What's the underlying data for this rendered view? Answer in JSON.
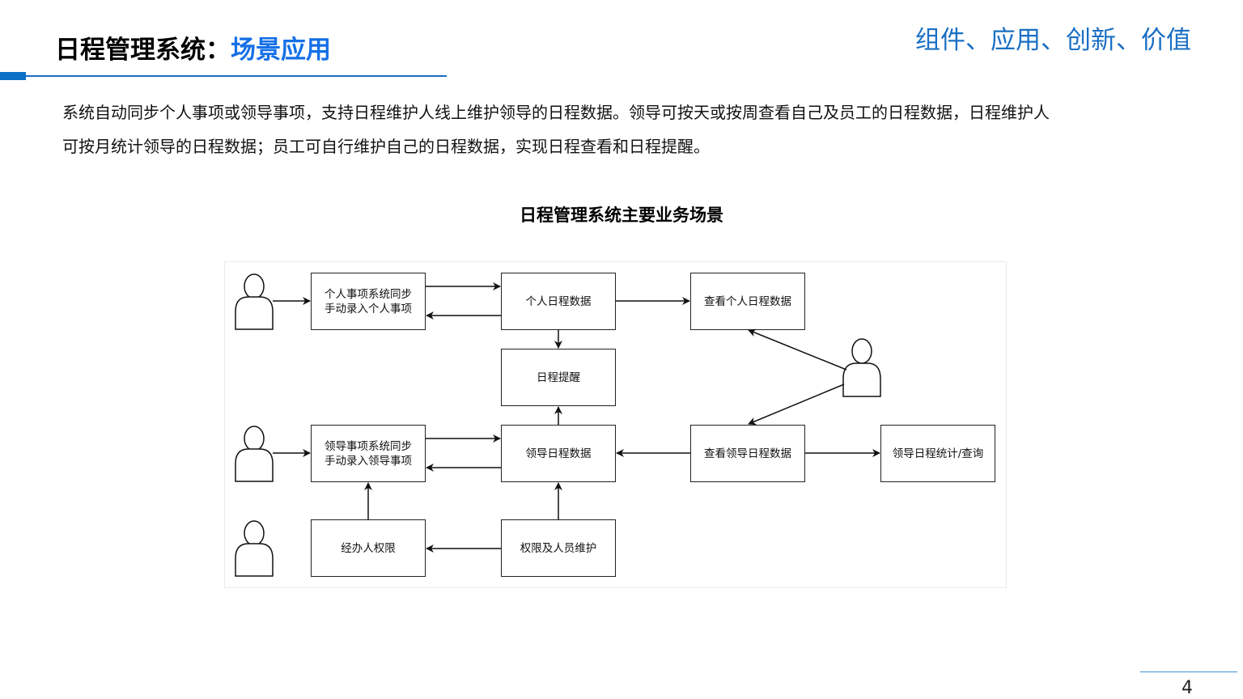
{
  "header": {
    "title_prefix": "日程管理系统：",
    "title_highlight": "场景应用",
    "slogan": "组件、应用、创新、价值"
  },
  "description": {
    "line1": "系统自动同步个人事项或领导事项，支持日程维护人线上维护领导的日程数据。领导可按天或按周查看自己及员工的日程数据，日程维护人",
    "line2": "可按月统计领导的日程数据；员工可自行维护自己的日程数据，实现日程查看和日程提醒。"
  },
  "diagram": {
    "title": "日程管理系统主要业务场景",
    "nodes": {
      "personal_input": {
        "line1": "个人事项系统同步",
        "line2": "手动录入个人事项"
      },
      "personal_data": "个人日程数据",
      "view_personal": "查看个人日程数据",
      "reminder": "日程提醒",
      "leader_input": {
        "line1": "领导事项系统同步",
        "line2": "手动录入领导事项"
      },
      "leader_data": "领导日程数据",
      "view_leader": "查看领导日程数据",
      "leader_stats": "领导日程统计/查询",
      "agent_permission": "经办人权限",
      "permission_maintenance": "权限及人员维护"
    },
    "actors": [
      "employee-actor",
      "leader-secretary-actor",
      "admin-actor",
      "viewer-actor"
    ],
    "edges": [
      {
        "from": "employee-actor",
        "to": "personal_input"
      },
      {
        "from": "personal_input",
        "to": "personal_data"
      },
      {
        "from": "personal_data",
        "to": "personal_input"
      },
      {
        "from": "personal_data",
        "to": "view_personal"
      },
      {
        "from": "personal_data",
        "to": "reminder"
      },
      {
        "from": "leader_data",
        "to": "reminder"
      },
      {
        "from": "viewer-actor",
        "to": "view_personal"
      },
      {
        "from": "viewer-actor",
        "to": "view_leader"
      },
      {
        "from": "leader-secretary-actor",
        "to": "leader_input"
      },
      {
        "from": "leader_input",
        "to": "leader_data"
      },
      {
        "from": "leader_data",
        "to": "leader_input"
      },
      {
        "from": "view_leader",
        "to": "leader_data"
      },
      {
        "from": "view_leader",
        "to": "leader_stats"
      },
      {
        "from": "agent_permission",
        "to": "leader_input"
      },
      {
        "from": "permission_maintenance",
        "to": "leader_data"
      },
      {
        "from": "permission_maintenance",
        "to": "agent_permission"
      }
    ]
  },
  "footer": {
    "page_number": "4"
  },
  "colors": {
    "accent_blue": "#1570e6",
    "slogan_blue": "#1a6fc4"
  }
}
